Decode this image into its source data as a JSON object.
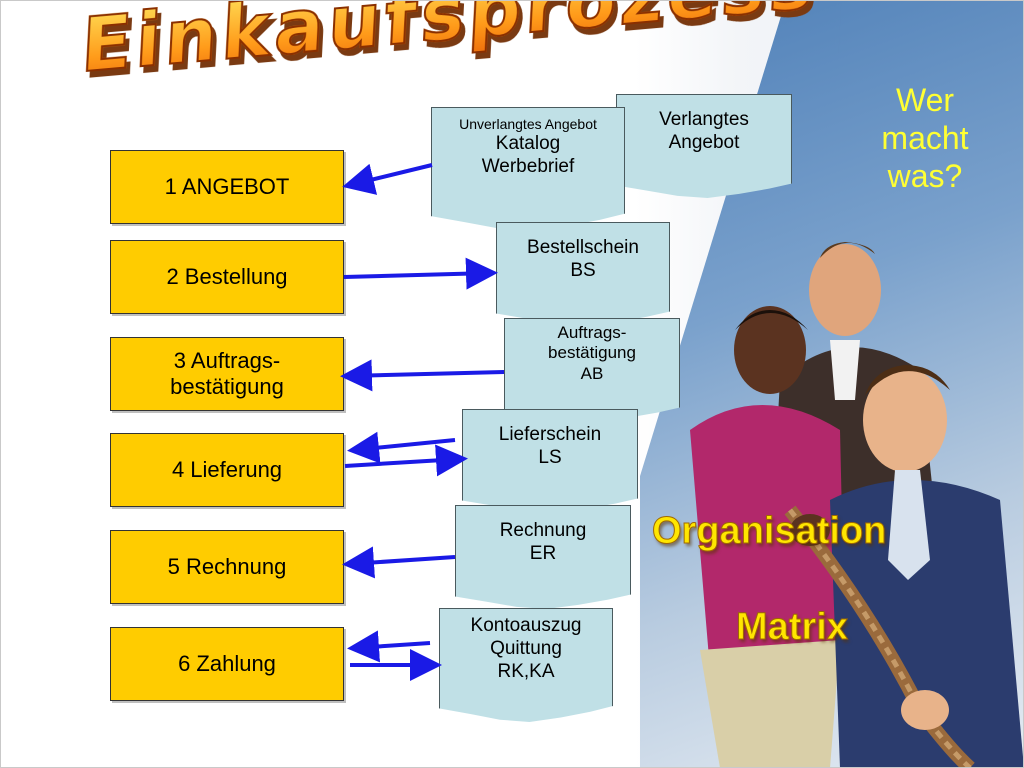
{
  "title": "Einkaufsprozess",
  "steps": [
    {
      "label": "1 ANGEBOT"
    },
    {
      "label": "2 Bestellung"
    },
    {
      "label": "3 Auftrags-\nbestätigung"
    },
    {
      "label": "4 Lieferung"
    },
    {
      "label": "5 Rechnung"
    },
    {
      "label": "6 Zahlung"
    }
  ],
  "documents": {
    "unverlangt": {
      "small": "Unverlangtes Angebot",
      "line1": "Katalog",
      "line2": "Werbebrief"
    },
    "verlangt": {
      "line1": "Verlangtes",
      "line2": "Angebot"
    },
    "bestellschein": {
      "line1": "Bestellschein",
      "line2": "BS"
    },
    "auftrag": {
      "line1": "Auftrags-",
      "line2": "bestätigung",
      "line3": "AB"
    },
    "lieferschein": {
      "line1": "Lieferschein",
      "line2": "LS"
    },
    "rechnung": {
      "line1": "Rechnung",
      "line2": "ER"
    },
    "konto": {
      "line1": "Kontoauszug",
      "line2": "Quittung",
      "line3": "RK,KA"
    }
  },
  "side": {
    "wer": "Wer\nmacht\nwas?",
    "organisation": "Organisation",
    "matrix": "Matrix"
  },
  "colors": {
    "step_fill": "#ffcc00",
    "document_fill": "#c0e0e6",
    "arrow": "#1a1ae6",
    "side_text": "#ffff33"
  },
  "icons": {
    "people_image": "people-photo-illustration",
    "arrow": "arrow-icon"
  }
}
